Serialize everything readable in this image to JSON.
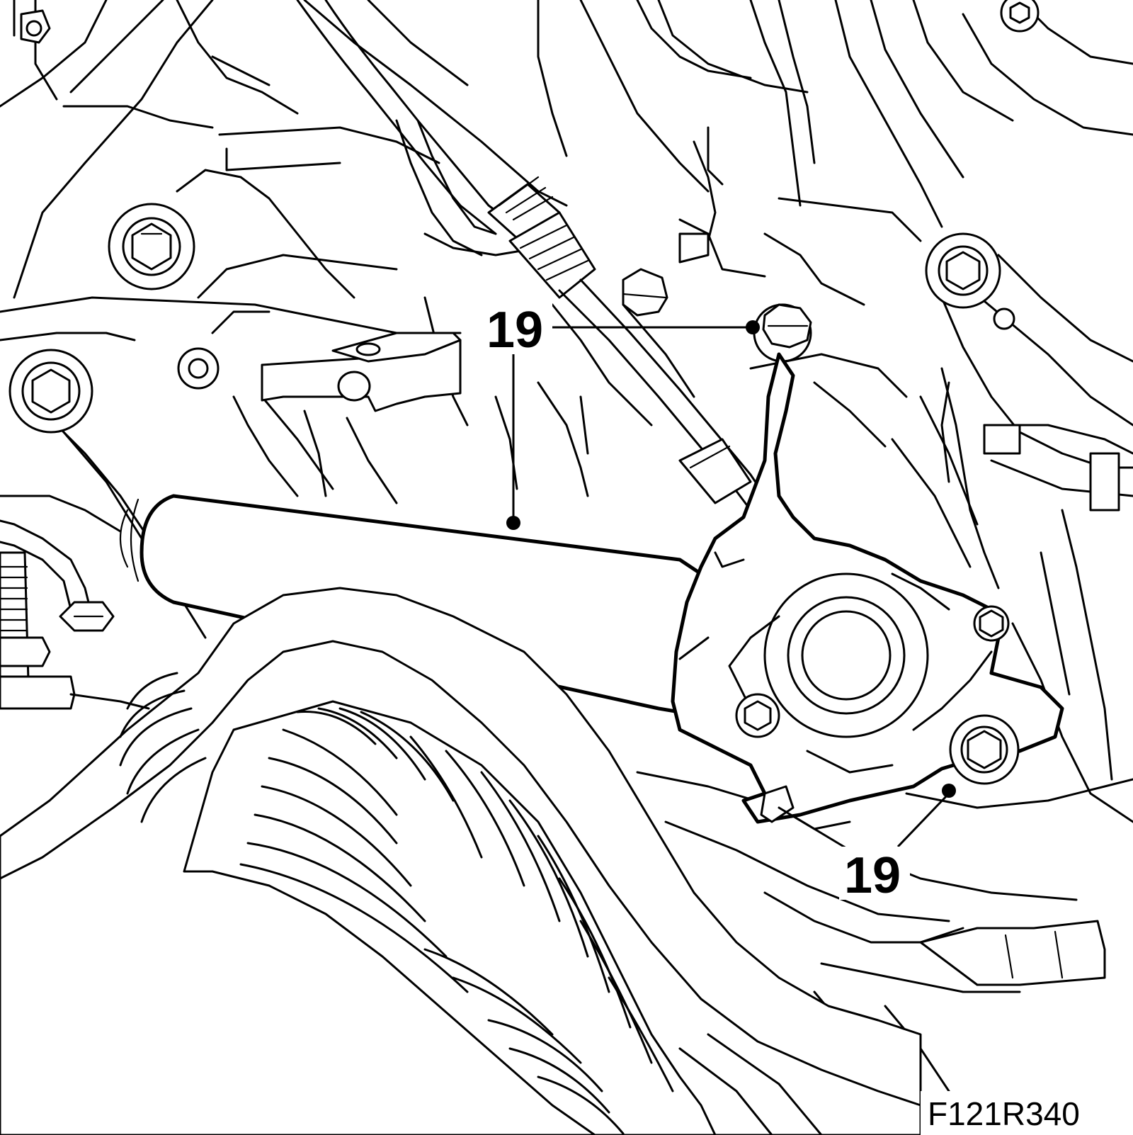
{
  "callouts": [
    {
      "label": "19"
    },
    {
      "label": "19"
    }
  ],
  "figure_id": "F121R340",
  "colors": {
    "line": "#000000",
    "background": "#ffffff"
  }
}
